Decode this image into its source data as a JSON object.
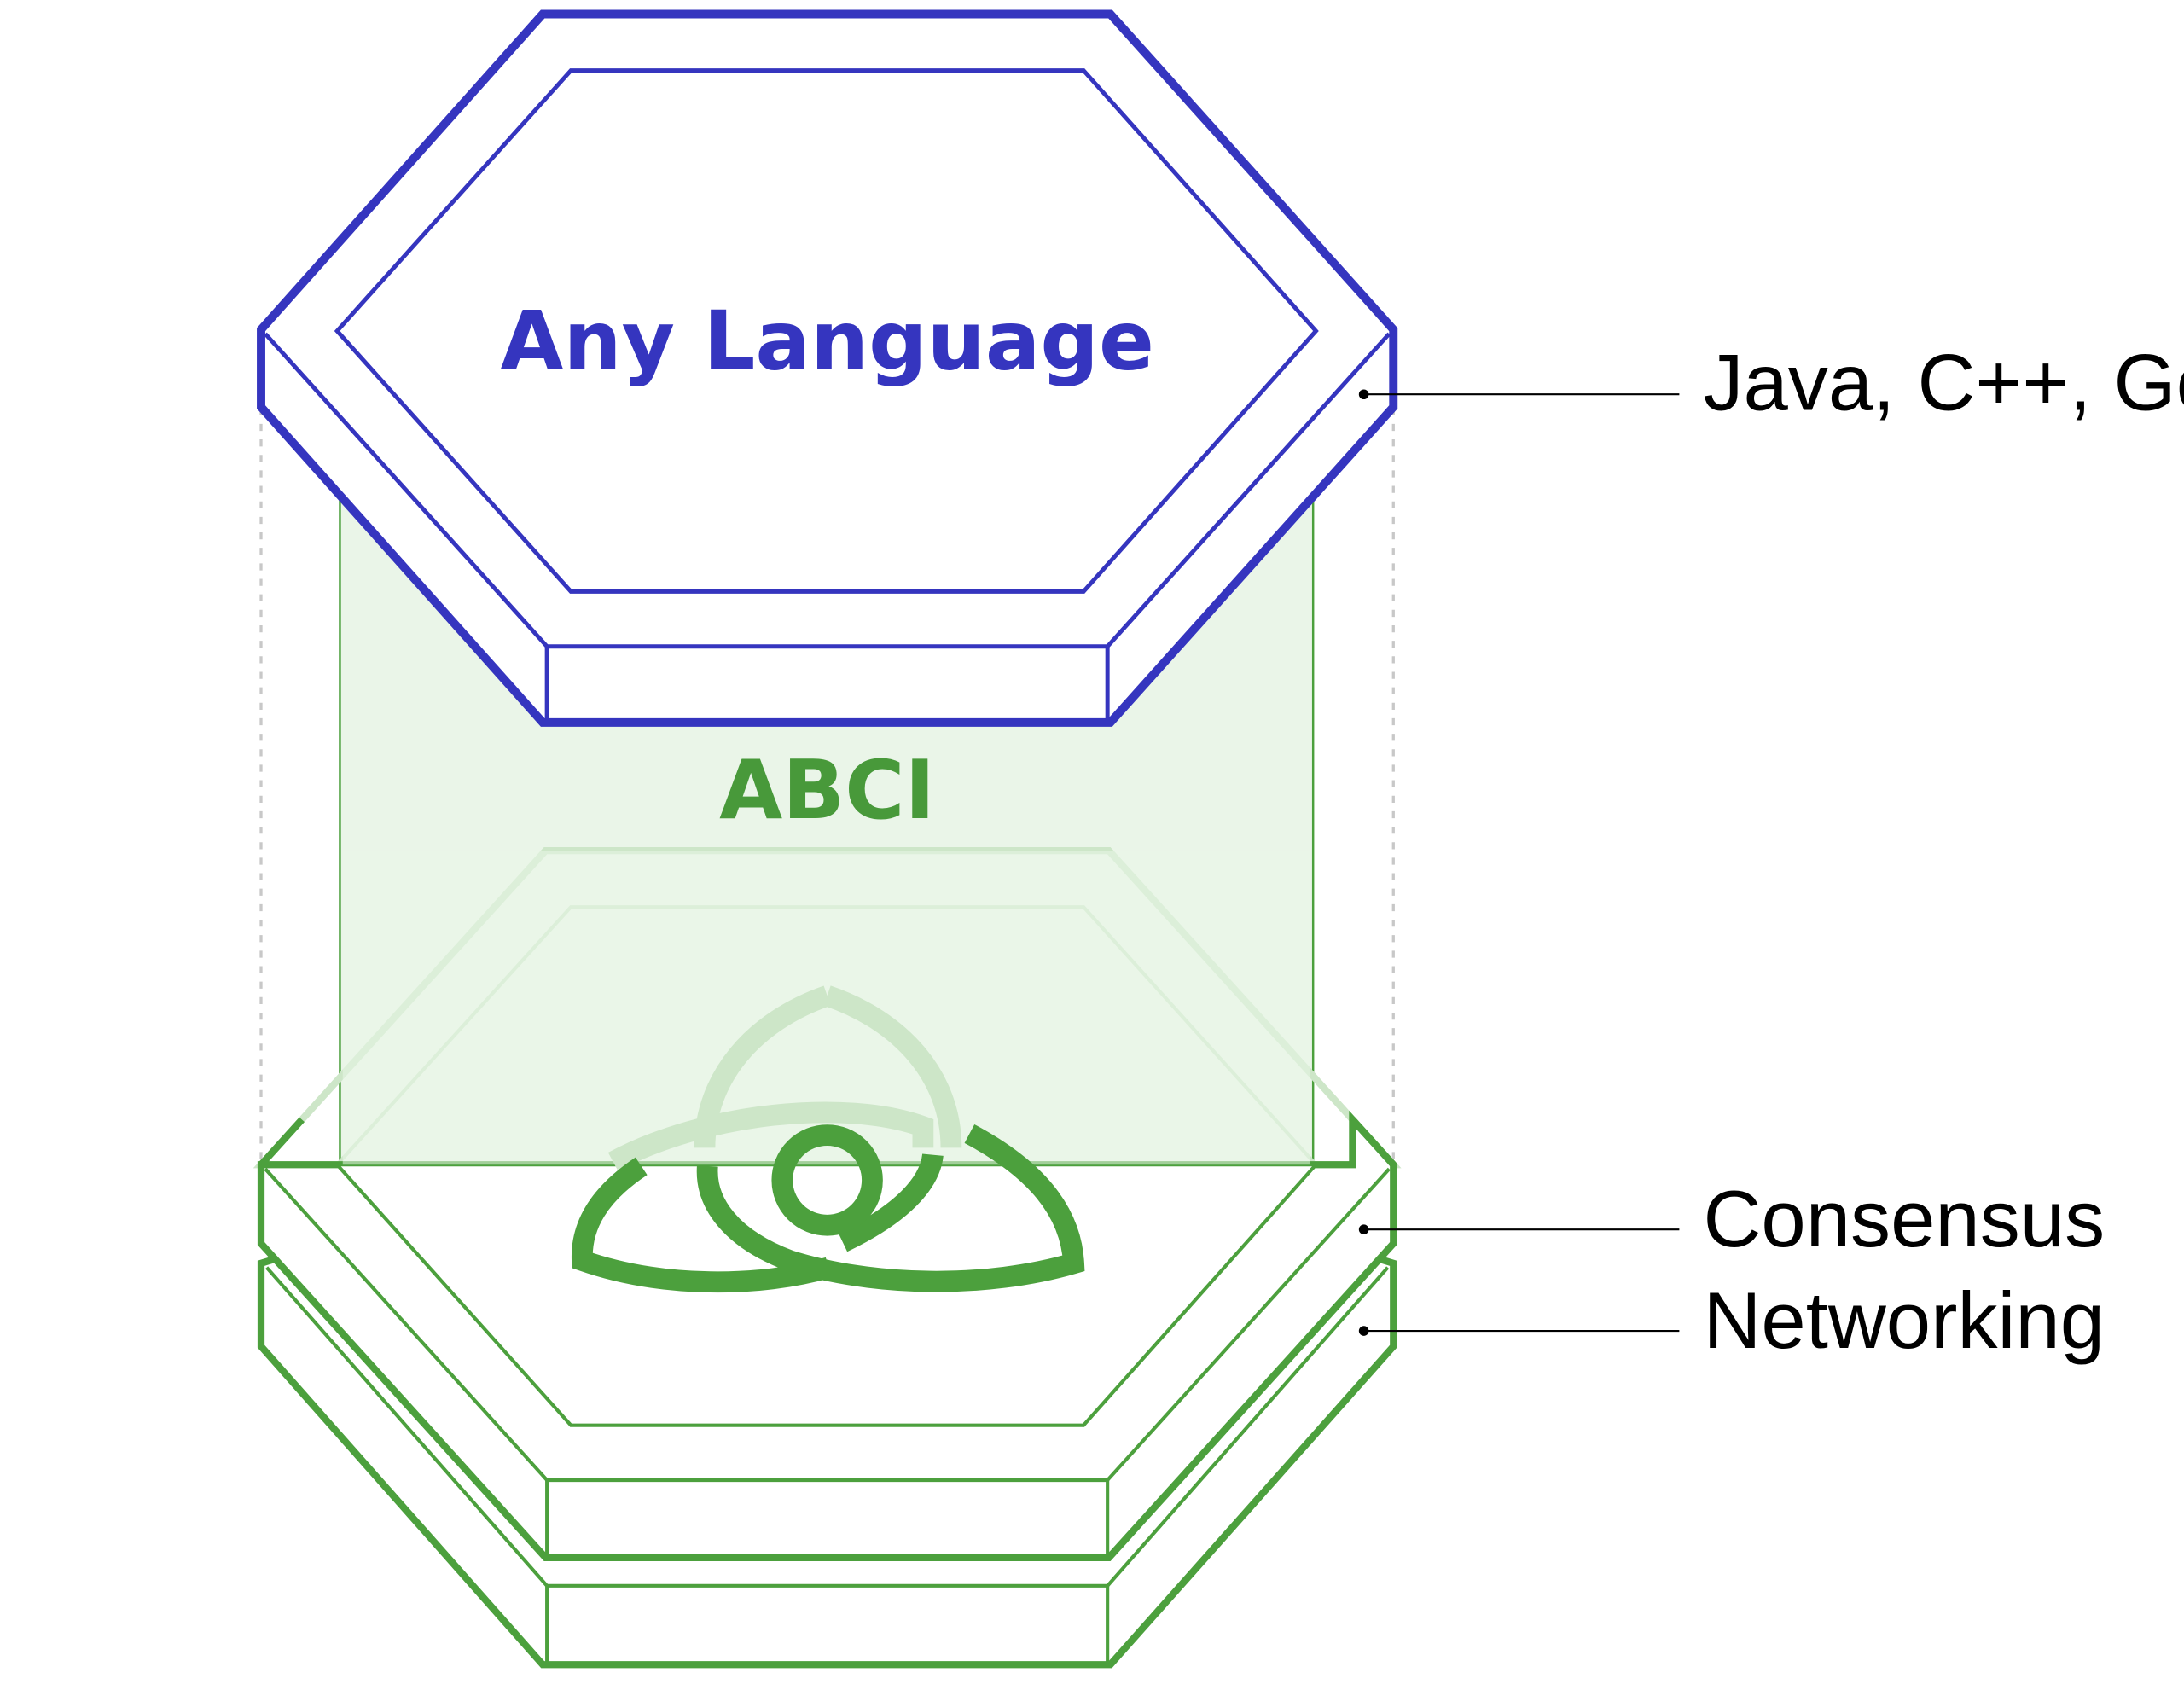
{
  "diagram": {
    "top_layer_label": "Any Language",
    "interface_label": "ABCI",
    "callouts": {
      "app_layer": "Java, C++, Go etc.",
      "consensus_layer": "Consensus",
      "networking_layer": "Networking"
    }
  },
  "colors": {
    "app_layer": "#3535BF",
    "consensus_layer": "#4CA03D",
    "abci_panel_fill": "#EAF5E8",
    "abci_text": "#48993A",
    "logo": "#4CA03D",
    "logo_faded": "#CDE6C8",
    "guide_line": "#C8C8C8",
    "callout_text": "#000000"
  },
  "icons": {
    "logo": "tendermint-logo-icon"
  }
}
